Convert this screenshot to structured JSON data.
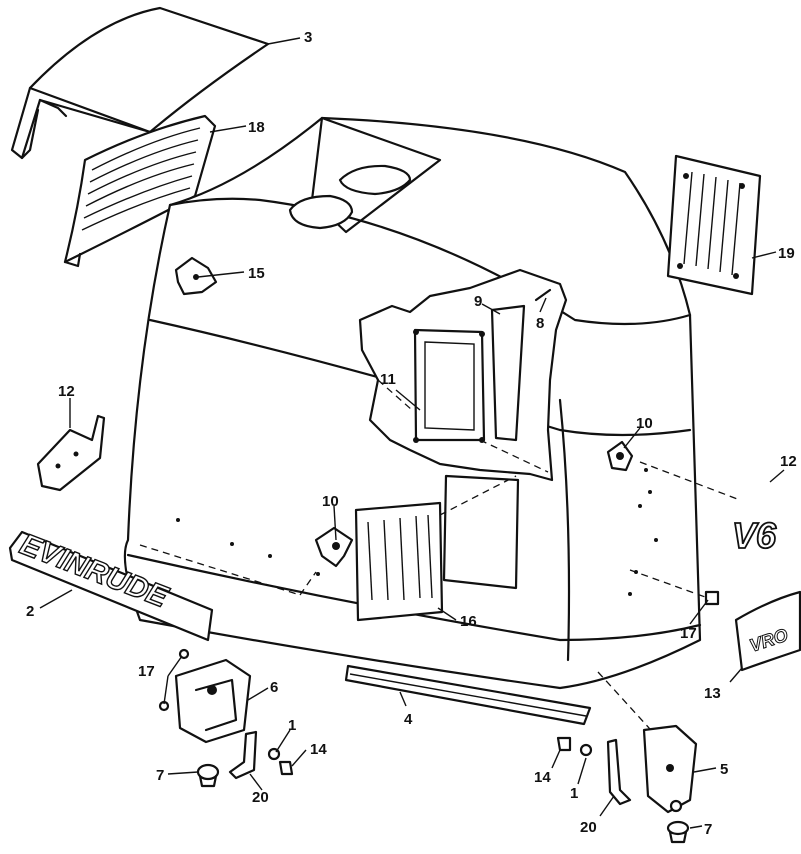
{
  "callouts": [
    {
      "id": "c3",
      "text": "3"
    },
    {
      "id": "c18",
      "text": "18"
    },
    {
      "id": "c15",
      "text": "15"
    },
    {
      "id": "c9",
      "text": "9"
    },
    {
      "id": "c8",
      "text": "8"
    },
    {
      "id": "c19",
      "text": "19"
    },
    {
      "id": "c11",
      "text": "11"
    },
    {
      "id": "c12a",
      "text": "12"
    },
    {
      "id": "c10a",
      "text": "10"
    },
    {
      "id": "c12b",
      "text": "12"
    },
    {
      "id": "c10b",
      "text": "10"
    },
    {
      "id": "c2",
      "text": "2"
    },
    {
      "id": "c16",
      "text": "16"
    },
    {
      "id": "c17a",
      "text": "17"
    },
    {
      "id": "c13",
      "text": "13"
    },
    {
      "id": "c17b",
      "text": "17"
    },
    {
      "id": "c6",
      "text": "6"
    },
    {
      "id": "c4",
      "text": "4"
    },
    {
      "id": "c1a",
      "text": "1"
    },
    {
      "id": "c14a",
      "text": "14"
    },
    {
      "id": "c7a",
      "text": "7"
    },
    {
      "id": "c20a",
      "text": "20"
    },
    {
      "id": "c14b",
      "text": "14"
    },
    {
      "id": "c1b",
      "text": "1"
    },
    {
      "id": "c5",
      "text": "5"
    },
    {
      "id": "c20b",
      "text": "20"
    },
    {
      "id": "c7b",
      "text": "7"
    }
  ],
  "decals": {
    "evinrude": "EVINRUDE",
    "v6": "V6",
    "vro": "VRO"
  }
}
